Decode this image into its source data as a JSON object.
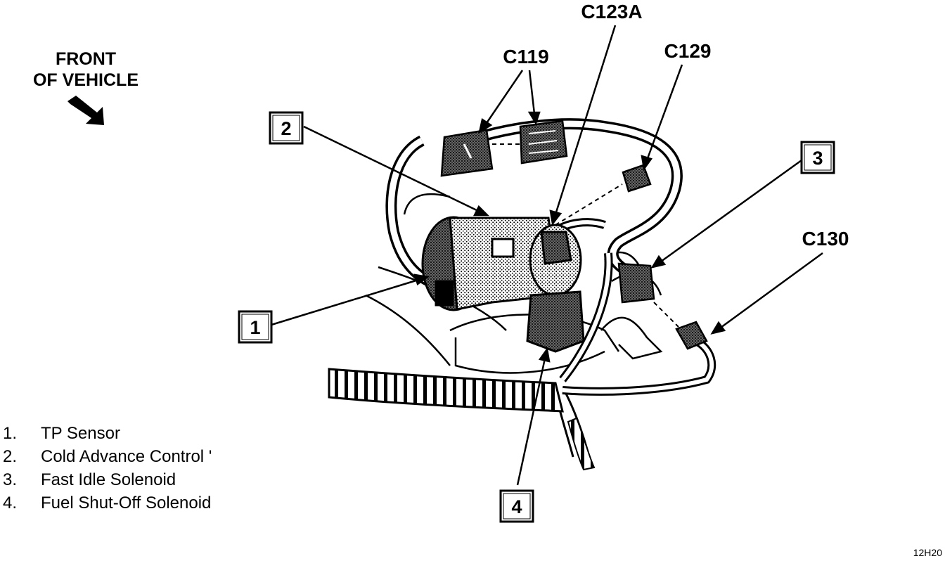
{
  "orientation": {
    "line1": "FRONT",
    "line2": "OF VEHICLE"
  },
  "connectors": {
    "c119": "C119",
    "c123a": "C123A",
    "c129": "C129",
    "c130": "C130"
  },
  "callouts": {
    "one": "1",
    "two": "2",
    "three": "3",
    "four": "4"
  },
  "legend": [
    {
      "num": "1.",
      "label": "TP Sensor"
    },
    {
      "num": "2.",
      "label": "Cold Advance Control '"
    },
    {
      "num": "3.",
      "label": "Fast Idle Solenoid"
    },
    {
      "num": "4.",
      "label": "Fuel Shut-Off Solenoid"
    }
  ],
  "figure_code": "12H20"
}
